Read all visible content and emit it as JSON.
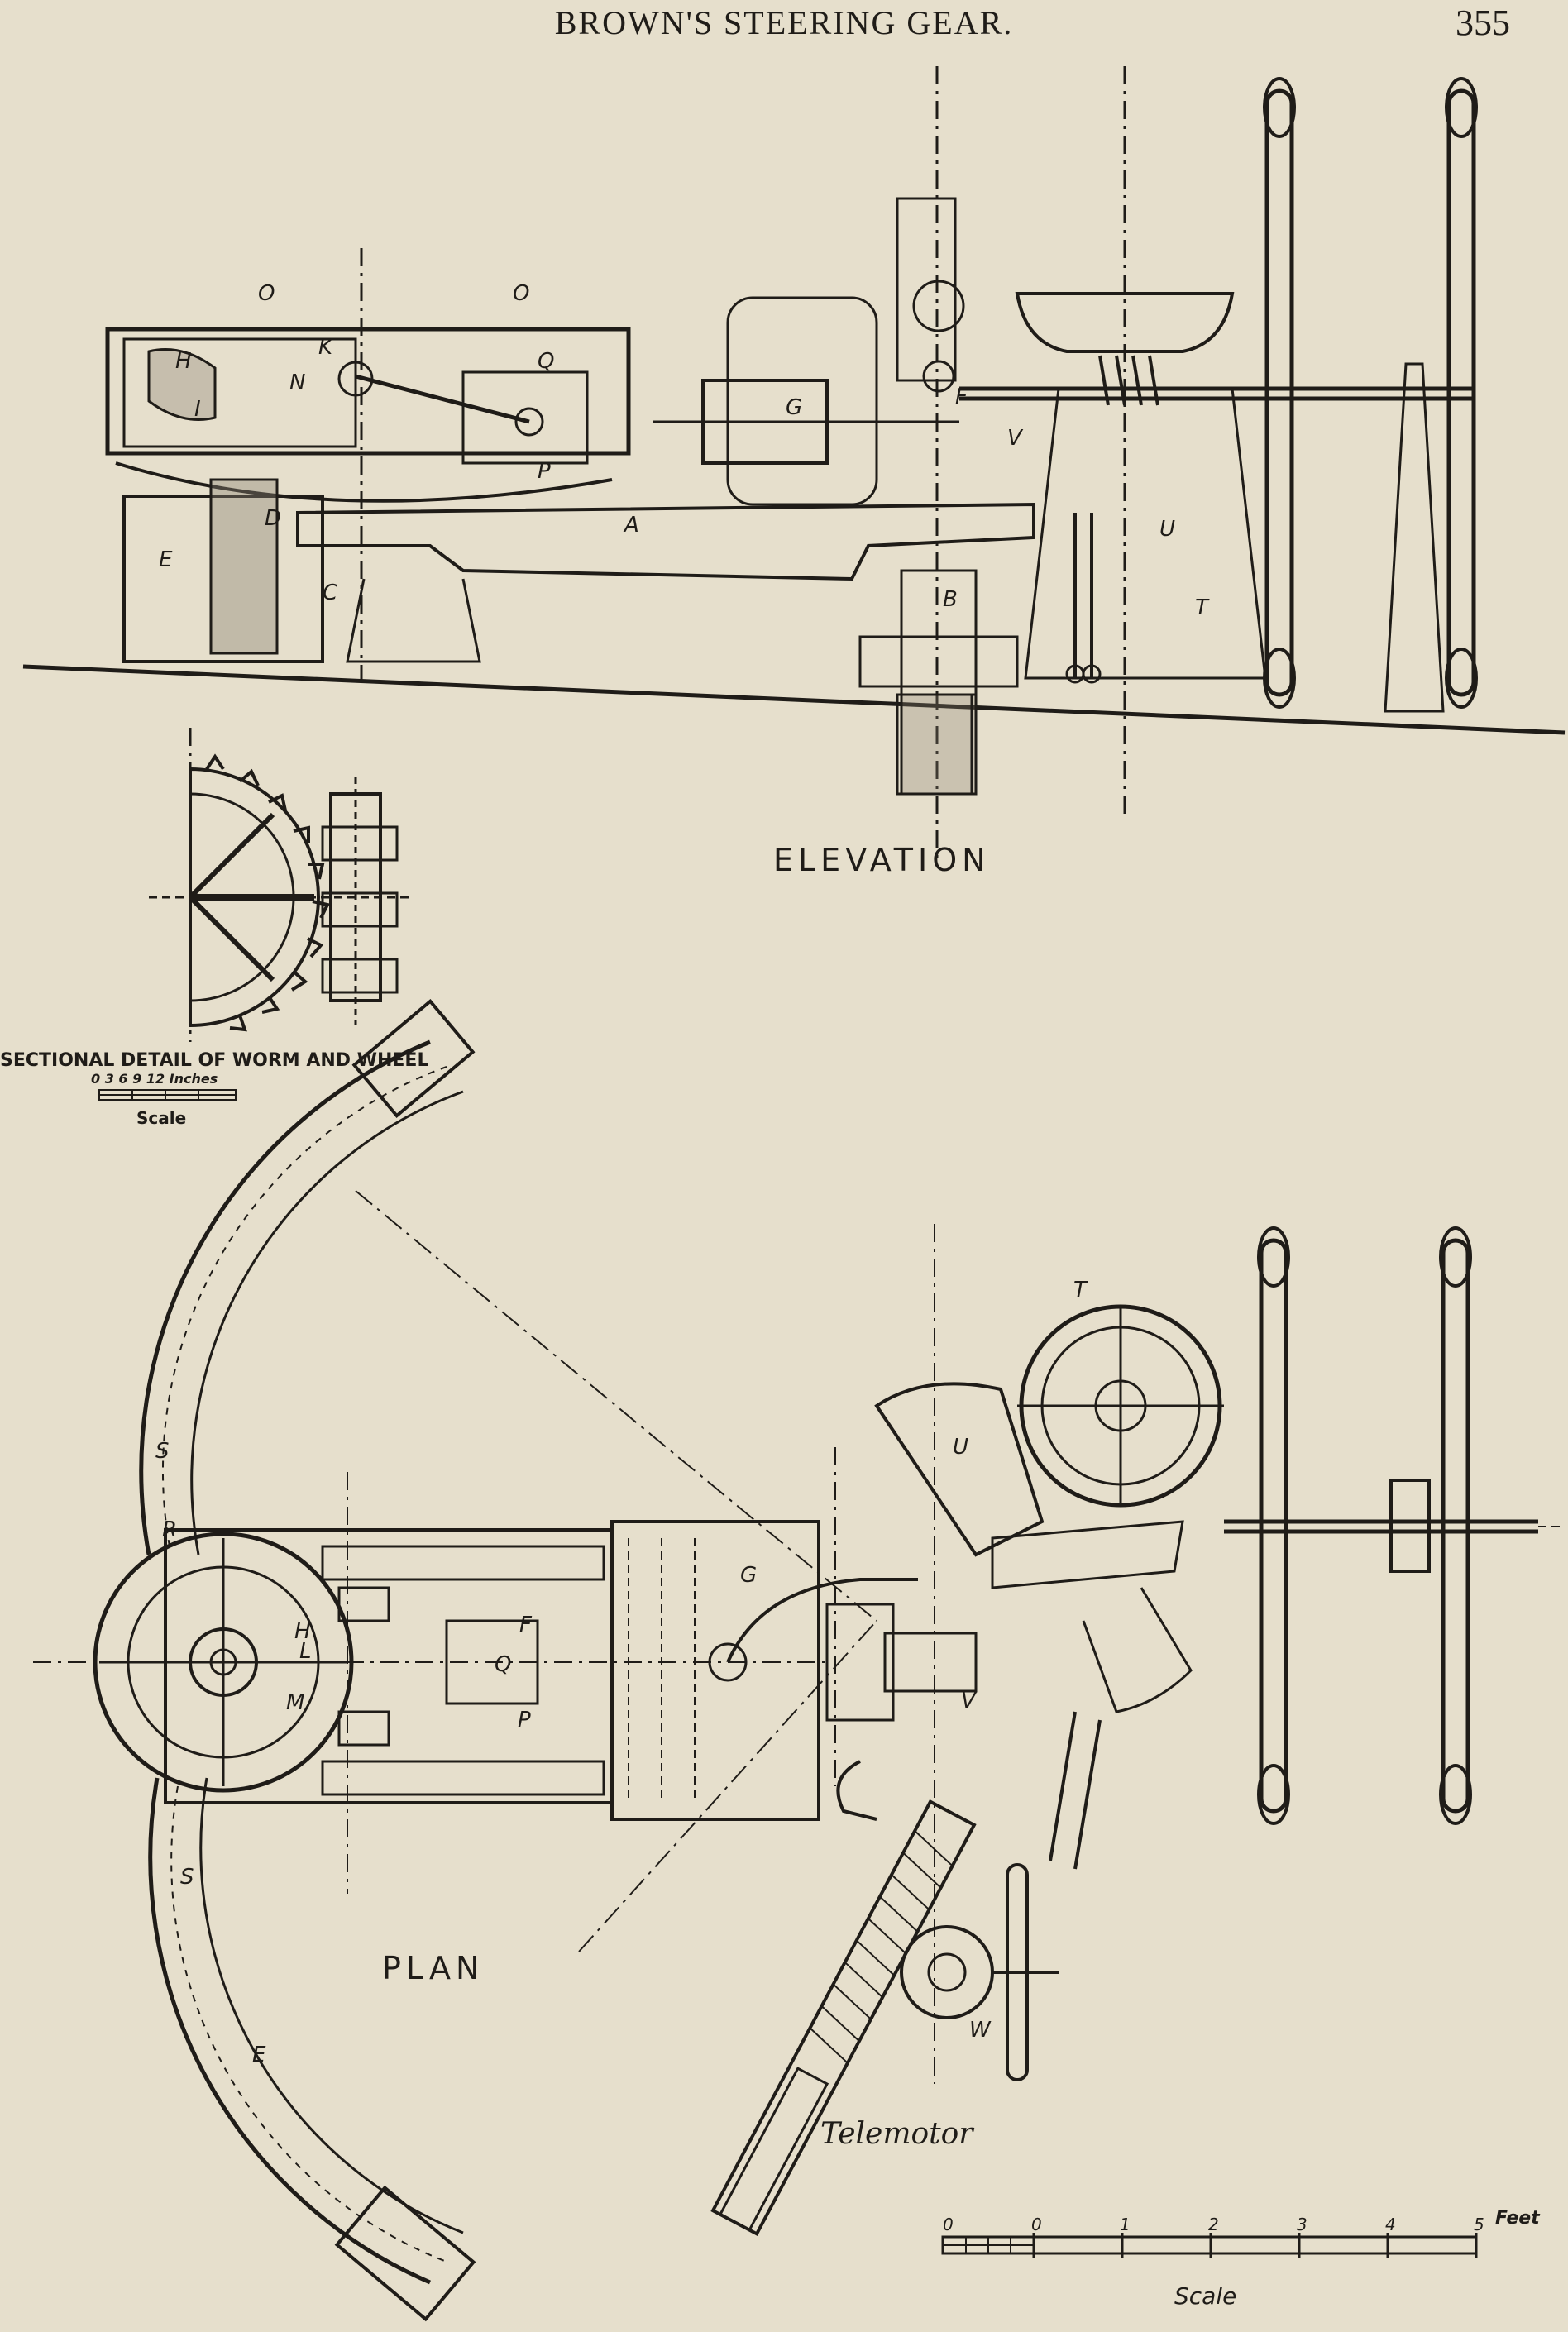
{
  "header": {
    "title": "BROWN'S STEERING GEAR.",
    "page_number": "355"
  },
  "captions": {
    "elevation": "ELEVATION",
    "plan": "PLAN",
    "sectional": "SECTIONAL DETAIL OF WORM AND WHEEL",
    "telemotor": "Telemotor"
  },
  "small_scale": {
    "ticks": "0  3  6  9  12",
    "unit": "Inches",
    "label": "Scale"
  },
  "large_scale": {
    "ticks": [
      "0",
      "1",
      "2",
      "3",
      "4",
      "5"
    ],
    "unit": "Feet",
    "label": "Scale"
  },
  "part_labels": {
    "elevation": [
      "O",
      "O",
      "H",
      "K",
      "N",
      "I",
      "Q",
      "G",
      "F",
      "V",
      "P",
      "D",
      "A",
      "E",
      "C",
      "B",
      "U",
      "T"
    ],
    "plan": [
      "T",
      "U",
      "S",
      "R",
      "G",
      "H",
      "L",
      "M",
      "F",
      "Q",
      "P",
      "S",
      "E",
      "W",
      "V"
    ]
  },
  "colors": {
    "paper": "#e6dfcc",
    "ink": "#1f1c18"
  }
}
